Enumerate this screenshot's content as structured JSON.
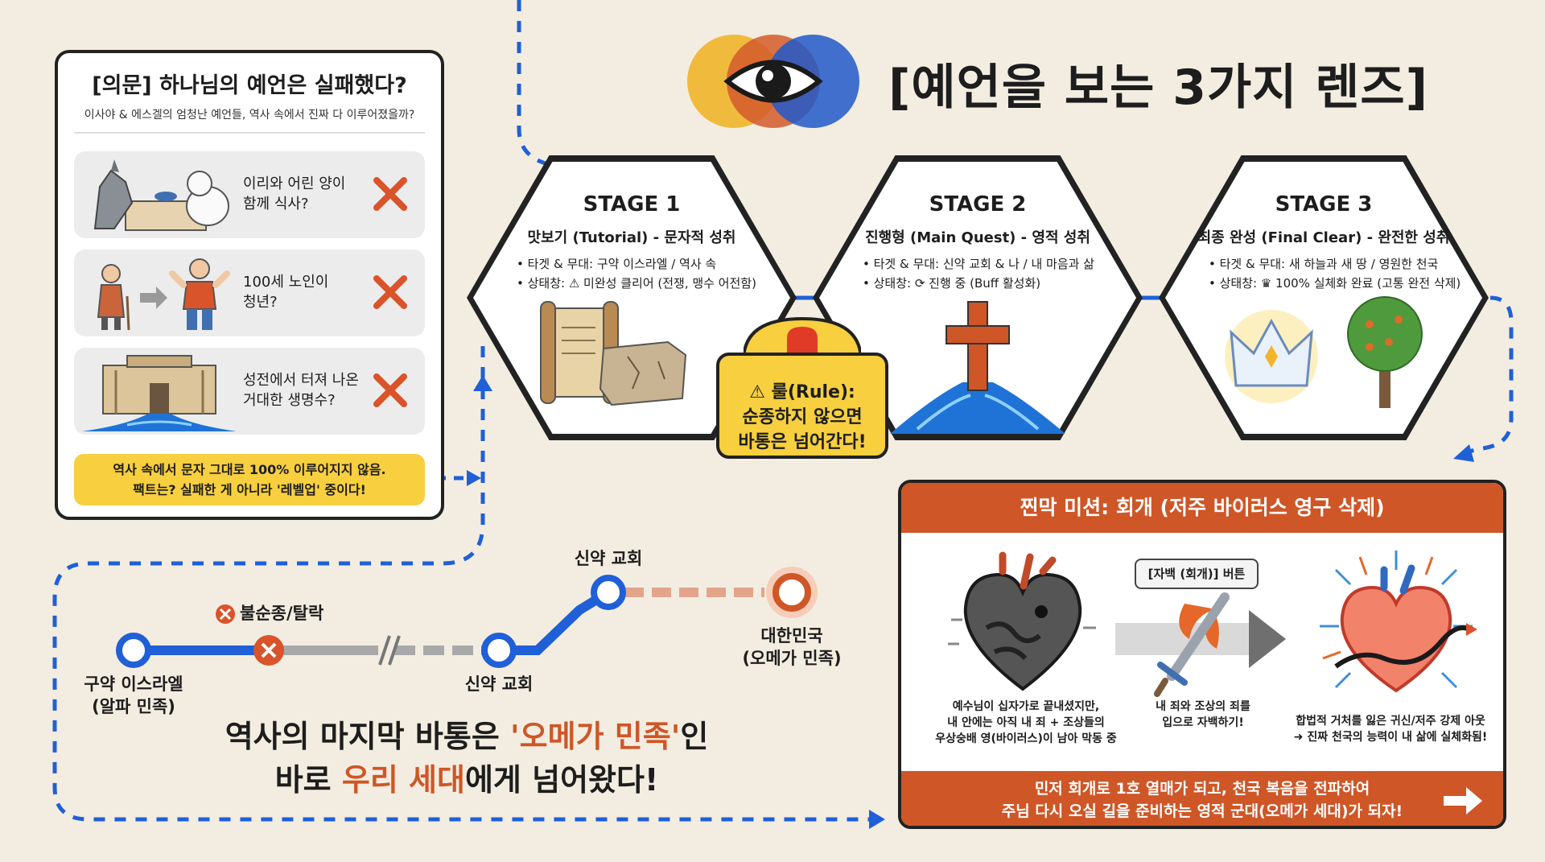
{
  "title": "[예언을 보는 3가지 렌즈]",
  "question_card": {
    "title": "[의문] 하나님의 예언은 실패했다?",
    "subtitle": "이사야 & 에스겔의 엄청난 예언들, 역사 속에서 진짜 다 이루어졌을까?",
    "items": [
      {
        "line1": "이리와 어린 양이",
        "line2": "함께 식사?"
      },
      {
        "line1": "100세 노인이",
        "line2": "청년?"
      },
      {
        "line1": "성전에서 터져 나온",
        "line2": "거대한 생명수?"
      }
    ],
    "verdict_line1": "역사 속에서 문자 그대로 100% 이루어지지 않음.",
    "verdict_line2": "팩트는? 실패한 게 아니라 '레벨업' 중이다!"
  },
  "stages": [
    {
      "label": "STAGE 1",
      "subtitle": "맛보기 (Tutorial) - 문자적 성취",
      "target": "• 타겟 & 무대: 구약 이스라엘 / 역사 속",
      "status": "• 상태창: ⚠ 미완성 클리어 (전쟁, 맹수 어전함)"
    },
    {
      "label": "STAGE 2",
      "subtitle": "진행형 (Main Quest) - 영적 성취",
      "target": "• 타겟 & 무대: 신약 교회 & 나 / 내 마음과 삶",
      "status": "• 상태창: ⟳ 진행 중 (Buff 활성화)"
    },
    {
      "label": "STAGE 3",
      "subtitle": "최종 완성 (Final Clear) - 완전한 성취",
      "target": "• 타겟 & 무대: 새 하늘과 새 땅 / 영원한 천국",
      "status": "• 상태창: ♛ 100% 실체화 완료 (고통 완전 삭제)"
    }
  ],
  "rule": {
    "line1": "⚠ 룰(Rule):",
    "line2": "순종하지 않으면",
    "line3": "바통은 넘어간다!"
  },
  "timeline": {
    "start_line1": "구약 이스라엘",
    "start_line2": "(알파 민족)",
    "disobey": "불순종/탈락",
    "church_low": "신약 교회",
    "church_high": "신약 교회",
    "end_line1": "대한민국",
    "end_line2": "(오메가 민족)"
  },
  "message": {
    "l1_a": "역사의 마지막 바통은 ",
    "l1_b": "'오메가 민족'",
    "l1_c": "인",
    "l2_a": "바로 ",
    "l2_b": "우리 세대",
    "l2_c": "에게 넘어왔다!"
  },
  "mission": {
    "header": "찐막 미션: 회개 (저주 바이러스 영구 삭제)",
    "button": "[자백 (회개)] 버튼",
    "cap1": [
      "예수님이 십자가로 끝내셨지만,",
      "내 안에는 아직 내 죄 + 조상들의",
      "우상숭배 영(바이러스)이 남아 막동 중"
    ],
    "cap2": [
      "내 죄와 조상의 죄를",
      "입으로 자백하기!"
    ],
    "cap3": [
      "합법적 거처를 잃은 귀신/저주 강제 아웃",
      "➜ 진짜 천국의 능력이 내 삶에 실체화됨!"
    ],
    "footer_line1": "민저 회개로 1호 열매가 되고, 천국 복음을 전파하여",
    "footer_line2": "주님 다시 오실 길을 준비하는 영적 군대(오메가 세대)가 되자!"
  },
  "colors": {
    "blue": "#1f5fd8",
    "orange": "#cf5626",
    "yellow": "#f7cf3f",
    "red_x": "#d9532b",
    "background": "#f3ede1"
  }
}
